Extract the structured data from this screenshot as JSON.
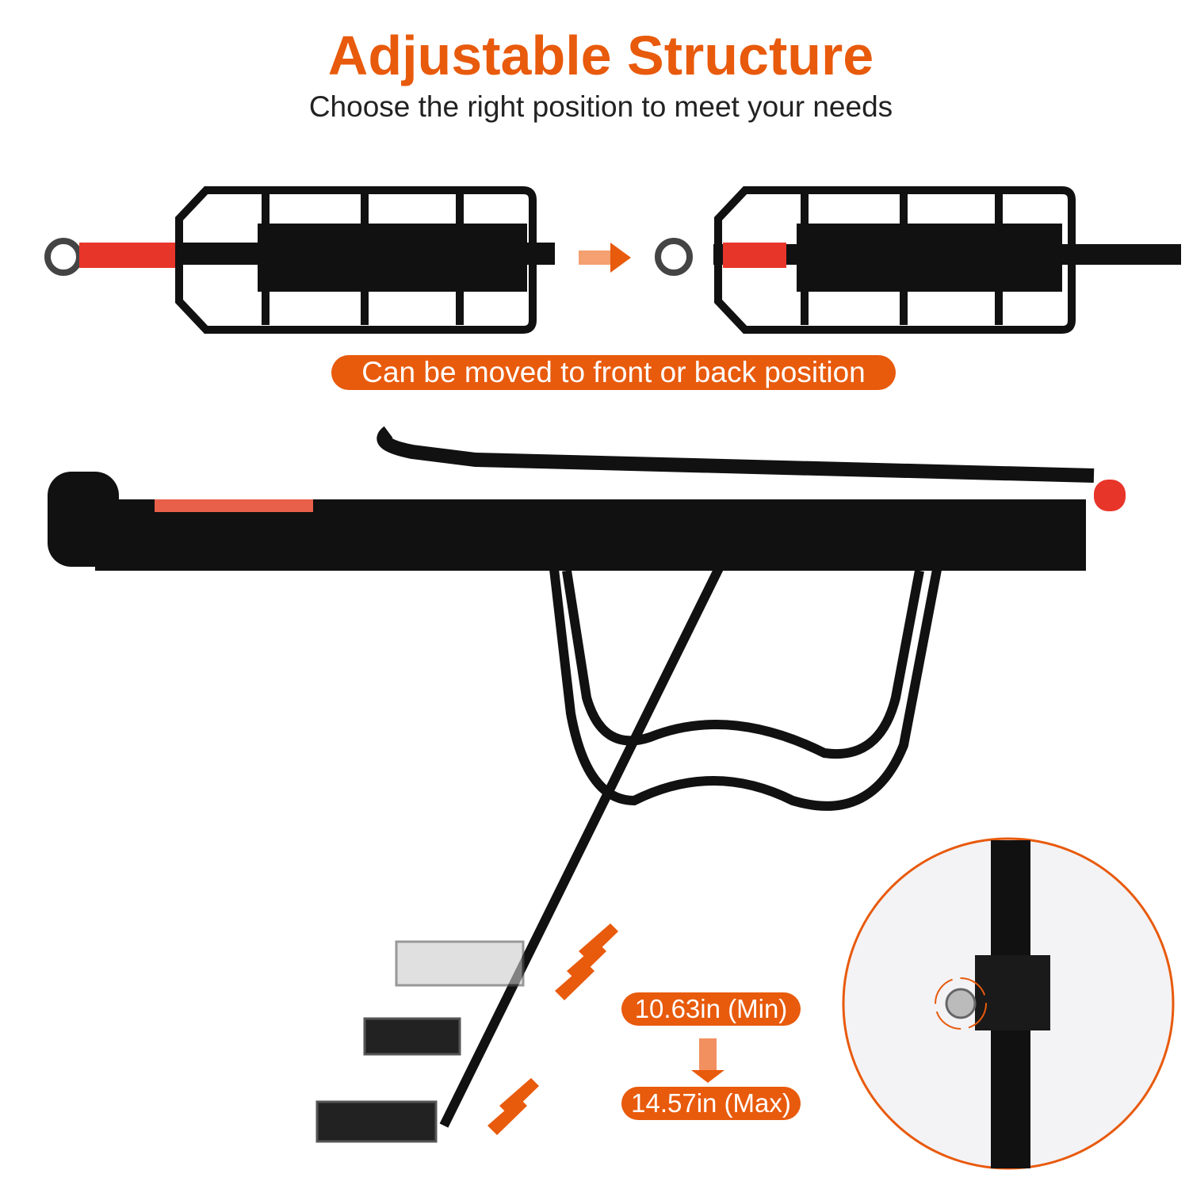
{
  "header": {
    "title": "Adjustable Structure",
    "subtitle": "Choose the right position to meet your needs"
  },
  "position_caption": "Can be moved to front or back position",
  "length_range": {
    "min_label": "10.63in (Min)",
    "max_label": "14.57in (Max)"
  },
  "colors": {
    "accent": "#E85A0C",
    "rack": "#111111",
    "reflector": "#E8352A"
  },
  "icons": [
    "arrow-right-icon",
    "arrow-down-icon",
    "chevron-up-right-icon",
    "chevron-down-left-icon",
    "rotate-icon"
  ]
}
